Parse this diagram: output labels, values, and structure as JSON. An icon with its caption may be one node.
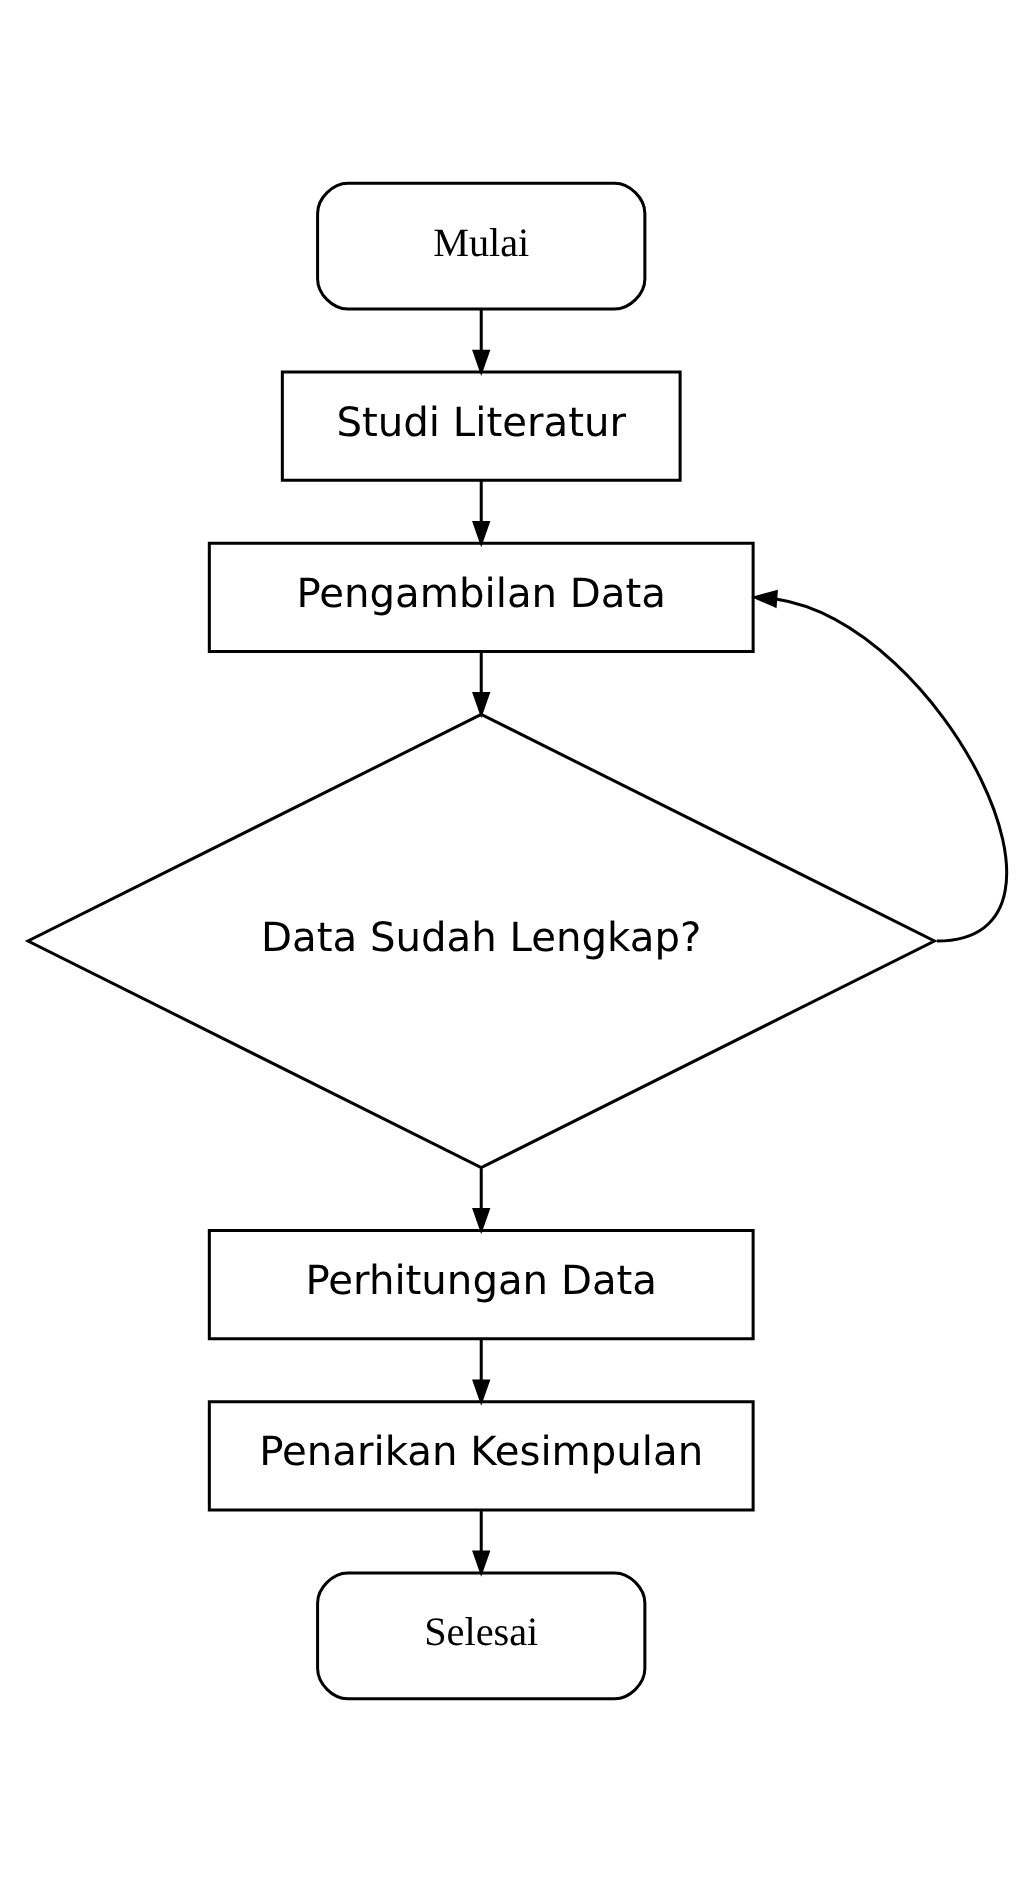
{
  "diagram": {
    "nodes": [
      {
        "text": [
          "Mulai"
        ]
      },
      {
        "text": [
          "Studi Literatur"
        ]
      },
      {
        "text": [
          "Pengambilan Data"
        ]
      },
      {
        "text": [
          "Data Sudah Lengkap?"
        ]
      },
      {
        "text": [
          "Perhitungan Data"
        ]
      },
      {
        "text": [
          "Penarikan Kesimpulan"
        ]
      },
      {
        "text": [
          "Selesai"
        ]
      }
    ],
    "edges": [
      {
        "from": 0,
        "to": 1,
        "arrow": "to"
      },
      {
        "from": 1,
        "to": 2,
        "arrow": "to"
      },
      {
        "from": 2,
        "to": 3,
        "arrow": "to"
      },
      {
        "from": 3,
        "to": 2,
        "arrow": "to"
      },
      {
        "from": 3,
        "to": 4,
        "arrow": "to"
      },
      {
        "from": 4,
        "to": 5,
        "arrow": "to"
      },
      {
        "from": 5,
        "to": 6,
        "arrow": "to"
      }
    ]
  }
}
